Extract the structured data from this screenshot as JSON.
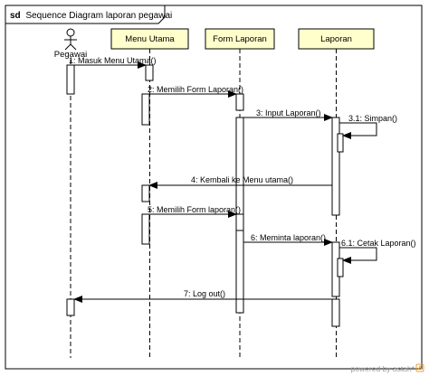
{
  "frame": {
    "keyword": "sd",
    "title": "Sequence Diagram laporan pegawai"
  },
  "lifelines": [
    {
      "id": "pegawai",
      "label": "Pegawai",
      "kind": "actor"
    },
    {
      "id": "menu",
      "label": "Menu Utama",
      "kind": "object"
    },
    {
      "id": "form",
      "label": "Form Laporan",
      "kind": "object"
    },
    {
      "id": "laporan",
      "label": "Laporan",
      "kind": "object"
    }
  ],
  "messages": [
    {
      "label": "1: Masuk Menu Utama()"
    },
    {
      "label": "2: Memilih Form Laporan()"
    },
    {
      "label": "3: Input Laporan()"
    },
    {
      "label": "3.1: Simpan()"
    },
    {
      "label": "4: Kembali ke Menu utama()"
    },
    {
      "label": "5: Memilih Form laporan()"
    },
    {
      "label": "6: Meminta laporan()"
    },
    {
      "label": "6.1: Cetak Laporan()"
    },
    {
      "label": "7: Log out()"
    }
  ],
  "footer": {
    "text": "powered by astah*"
  },
  "colors": {
    "object_fill": "#ffffcc",
    "stroke": "#000000",
    "footer_text": "#9a9a9a",
    "logo_accent": "#e8a33d"
  }
}
